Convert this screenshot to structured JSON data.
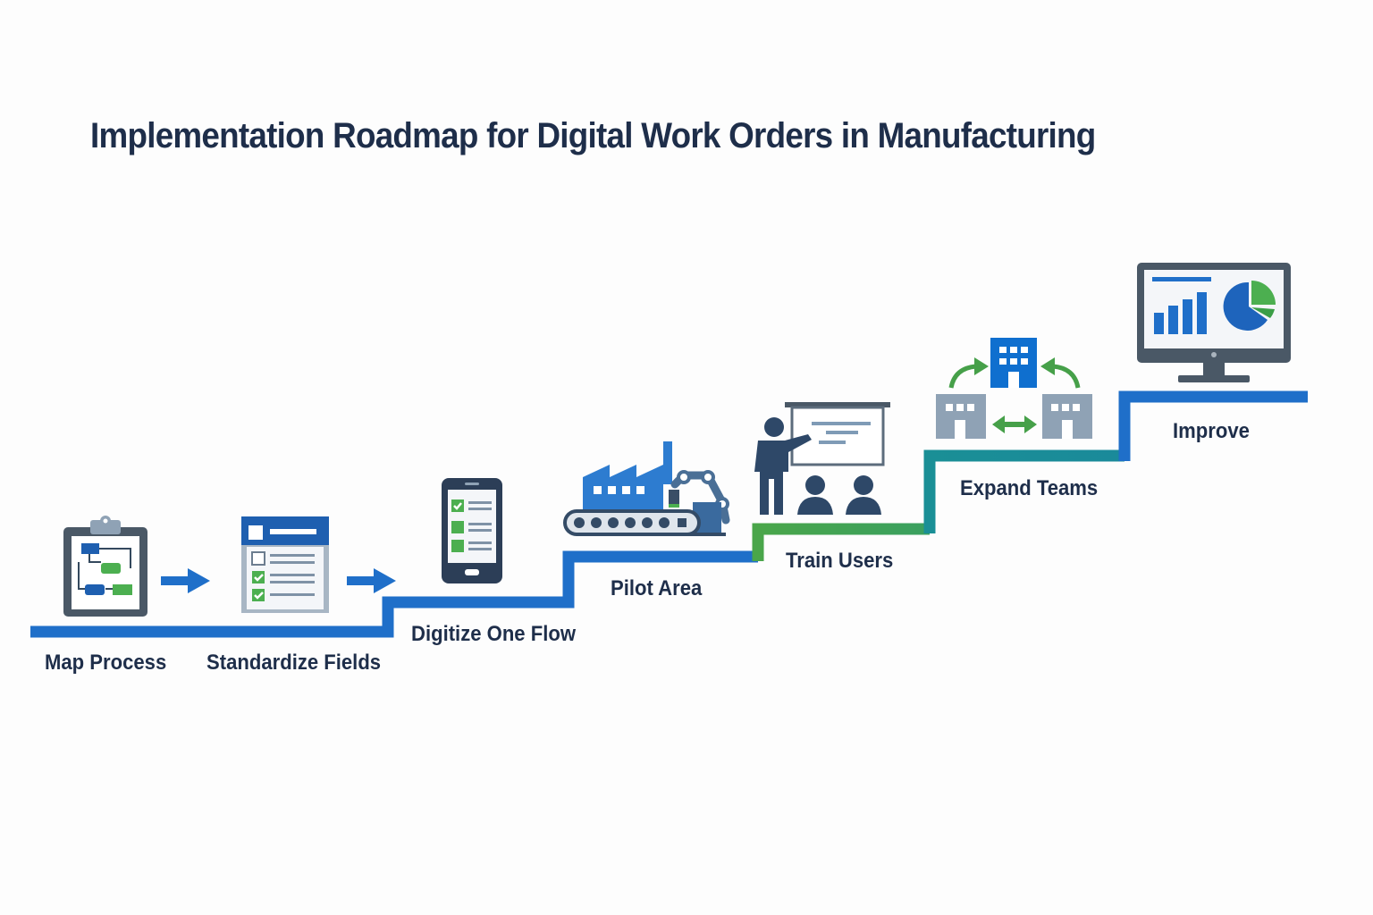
{
  "title": "Implementation Roadmap for Digital Work Orders in Manufacturing",
  "colors": {
    "title": "#1e2e4a",
    "blue": "#1f6fc9",
    "green": "#4aa64a",
    "teal": "#1a8f96",
    "slate": "#4a5866",
    "gray_blue": "#8fa2b5"
  },
  "steps": [
    {
      "label": "Map Process",
      "icon": "clipboard-flowchart-icon"
    },
    {
      "label": "Standardize Fields",
      "icon": "form-checklist-icon"
    },
    {
      "label": "Digitize One Flow",
      "icon": "mobile-checklist-icon"
    },
    {
      "label": "Pilot Area",
      "icon": "factory-robot-conveyor-icon"
    },
    {
      "label": "Train Users",
      "icon": "presenter-training-icon"
    },
    {
      "label": "Expand Teams",
      "icon": "buildings-network-icon"
    },
    {
      "label": "Improve",
      "icon": "dashboard-monitor-icon"
    }
  ],
  "connectors": [
    "arrow-right-icon",
    "arrow-right-icon"
  ]
}
